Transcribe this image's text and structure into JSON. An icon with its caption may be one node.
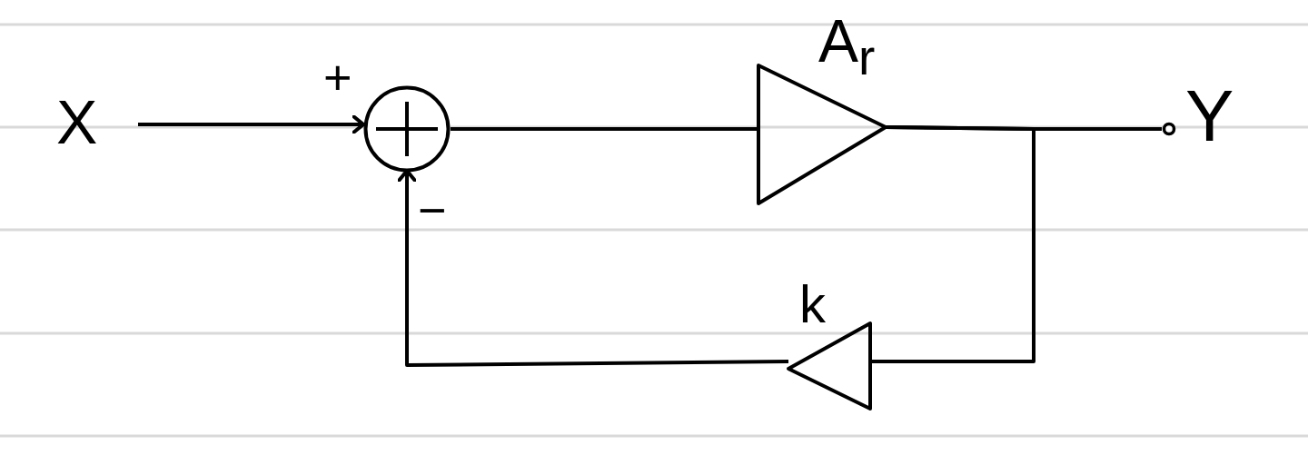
{
  "diagram": {
    "nodes": [
      {
        "text": [
          "X"
        ]
      },
      {
        "text": [],
        "shape": "circle"
      },
      {
        "text": [
          "A$_{r}$"
        ]
      },
      {
        "text": [],
        "shape": "circle",
        "beside": [
          "Y"
        ]
      },
      {
        "text": [
          "k"
        ]
      }
    ],
    "edges": [
      {
        "from": 0,
        "to": 1,
        "arrow": "to"
      },
      {
        "from": 1,
        "to": 2,
        "arrow": "none"
      },
      {
        "from": 2,
        "to": 3,
        "arrow": "none"
      },
      {
        "from": 2,
        "to": 4,
        "arrow": "none"
      },
      {
        "from": 4,
        "to": 1,
        "arrow": "to"
      }
    ],
    "labels": [
      "+",
      "−"
    ]
  }
}
